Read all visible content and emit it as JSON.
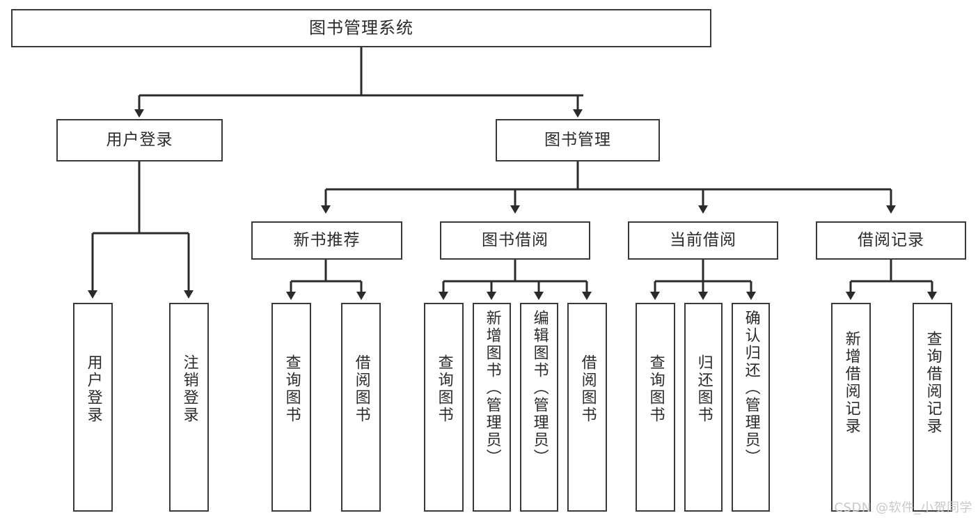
{
  "diagram": {
    "type": "tree-hierarchy-diagram",
    "title": "图书管理系统",
    "watermark": "CSDN @软件_小贺同学",
    "colors": {
      "box_border": "#3a3a3a",
      "connector": "#2b2b2b",
      "text": "#2b2b2b",
      "background": "#ffffff",
      "watermark": "#c9c9c9"
    },
    "levels": {
      "level1": [
        {
          "id": "root",
          "label": "图书管理系统",
          "orientation": "horizontal"
        }
      ],
      "level2": [
        {
          "id": "user-login",
          "label": "用户登录",
          "orientation": "horizontal"
        },
        {
          "id": "book-management",
          "label": "图书管理",
          "orientation": "horizontal"
        }
      ],
      "level3": [
        {
          "id": "new-book-recommend",
          "label": "新书推荐",
          "orientation": "horizontal"
        },
        {
          "id": "book-borrow",
          "label": "图书借阅",
          "orientation": "horizontal"
        },
        {
          "id": "current-borrow",
          "label": "当前借阅",
          "orientation": "horizontal"
        },
        {
          "id": "borrow-record",
          "label": "借阅记录",
          "orientation": "horizontal"
        }
      ],
      "level4": [
        {
          "id": "leaf-user-login",
          "label": "用户登录",
          "parent": "user-login",
          "orientation": "vertical"
        },
        {
          "id": "leaf-logout-login",
          "label": "注销登录",
          "parent": "user-login",
          "orientation": "vertical"
        },
        {
          "id": "leaf-query-book-1",
          "label": "查询图书",
          "parent": "new-book-recommend",
          "orientation": "vertical"
        },
        {
          "id": "leaf-borrow-book-1",
          "label": "借阅图书",
          "parent": "new-book-recommend",
          "orientation": "vertical"
        },
        {
          "id": "leaf-query-book-2",
          "label": "查询图书",
          "parent": "book-borrow",
          "orientation": "vertical"
        },
        {
          "id": "leaf-add-book",
          "label": "新增图书（管理员）",
          "parent": "book-borrow",
          "orientation": "vertical"
        },
        {
          "id": "leaf-edit-book",
          "label": "编辑图书（管理员）",
          "parent": "book-borrow",
          "orientation": "vertical"
        },
        {
          "id": "leaf-borrow-book-2",
          "label": "借阅图书",
          "parent": "book-borrow",
          "orientation": "vertical"
        },
        {
          "id": "leaf-query-book-3",
          "label": "查询图书",
          "parent": "current-borrow",
          "orientation": "vertical"
        },
        {
          "id": "leaf-return-book",
          "label": "归还图书",
          "parent": "current-borrow",
          "orientation": "vertical"
        },
        {
          "id": "leaf-confirm-return",
          "label": "确认归还（管理员）",
          "parent": "current-borrow",
          "orientation": "vertical"
        },
        {
          "id": "leaf-add-record",
          "label": "新增借阅记录",
          "parent": "borrow-record",
          "orientation": "vertical"
        },
        {
          "id": "leaf-query-record",
          "label": "查询借阅记录",
          "parent": "borrow-record",
          "orientation": "vertical"
        }
      ]
    }
  }
}
